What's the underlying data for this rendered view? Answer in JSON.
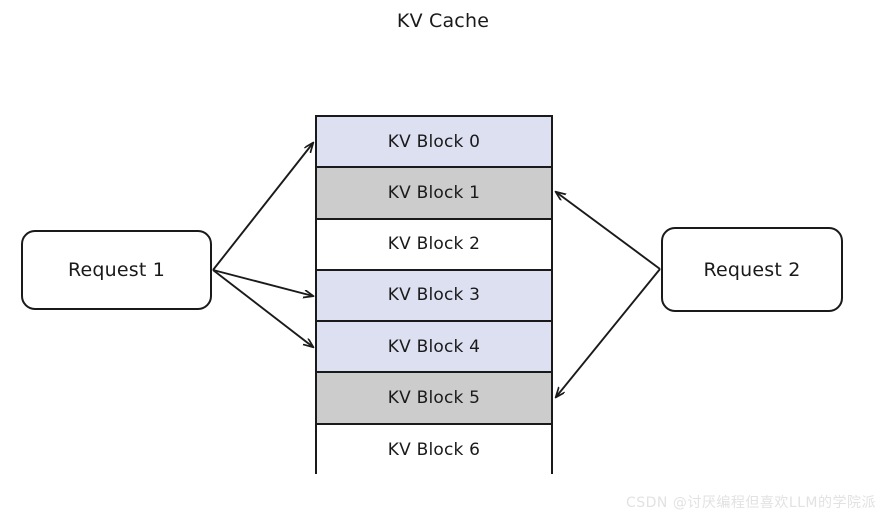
{
  "diagram": {
    "title": "KV Cache",
    "kv_table": {
      "blocks": [
        {
          "label": "KV Block 0",
          "fill": "blue",
          "color": "#dce0f1"
        },
        {
          "label": "KV Block 1",
          "fill": "gray",
          "color": "#cccccc"
        },
        {
          "label": "KV Block 2",
          "fill": "white",
          "color": "#ffffff"
        },
        {
          "label": "KV Block 3",
          "fill": "blue",
          "color": "#dce0f1"
        },
        {
          "label": "KV Block 4",
          "fill": "blue",
          "color": "#dce0f1"
        },
        {
          "label": "KV Block 5",
          "fill": "gray",
          "color": "#cccccc"
        },
        {
          "label": "KV Block 6",
          "fill": "white",
          "color": "#ffffff"
        }
      ]
    },
    "nodes": {
      "request_1": "Request 1",
      "request_2": "Request 2"
    },
    "arrows": [
      {
        "name": "request-1-to-block-0",
        "from": "Request 1",
        "to": "KV Block 0"
      },
      {
        "name": "request-1-to-block-3",
        "from": "Request 1",
        "to": "KV Block 3"
      },
      {
        "name": "request-1-to-block-4",
        "from": "Request 1",
        "to": "KV Block 4"
      },
      {
        "name": "request-2-to-block-1",
        "from": "Request 2",
        "to": "KV Block 1"
      },
      {
        "name": "request-2-to-block-5",
        "from": "Request 2",
        "to": "KV Block 5"
      }
    ],
    "colors": {
      "stroke": "#1a1a1a",
      "block_blue": "#dce0f1",
      "block_gray": "#cccccc",
      "background": "#ffffff",
      "watermark": "#e2e2e2"
    },
    "watermark": "CSDN @讨厌编程但喜欢LLM的学院派"
  }
}
